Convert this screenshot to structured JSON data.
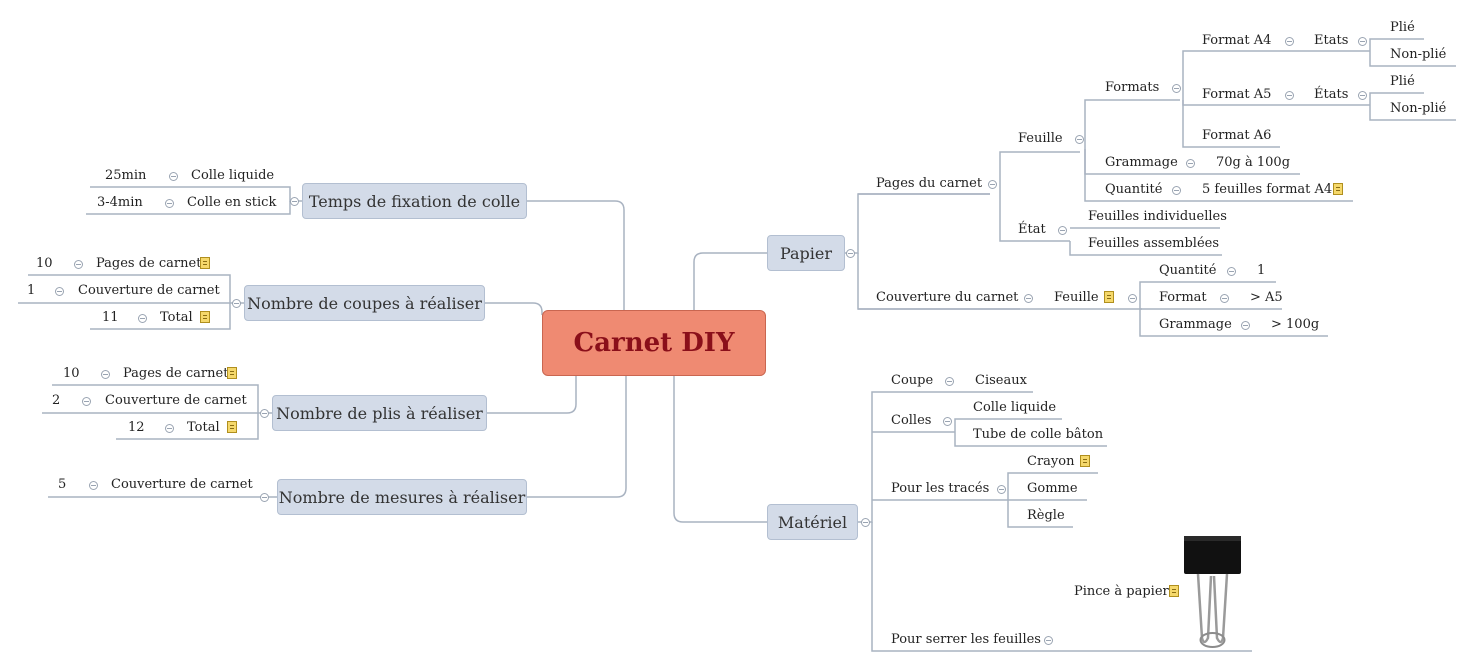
{
  "central": {
    "title": "Carnet DIY"
  },
  "papier": {
    "label": "Papier",
    "pages_du_carnet": {
      "label": "Pages du carnet",
      "feuille": {
        "label": "Feuille",
        "formats": {
          "label": "Formats",
          "a4": {
            "label": "Format A4",
            "etats": "Etats",
            "plie": "Plié",
            "non_plie": "Non-plié"
          },
          "a5": {
            "label": "Format A5",
            "etats": "États",
            "plie": "Plié",
            "non_plie": "Non-plié"
          },
          "a6": {
            "label": "Format A6"
          }
        },
        "grammage": {
          "label": "Grammage",
          "value": "70g à 100g"
        },
        "quantite": {
          "label": "Quantité",
          "value": "5 feuilles format A4"
        }
      },
      "etat": {
        "label": "État",
        "items": [
          "Feuilles individuelles",
          "Feuilles assemblées"
        ]
      }
    },
    "couverture": {
      "label": "Couverture du carnet",
      "feuille": "Feuille",
      "quantite": {
        "label": "Quantité",
        "value": "1"
      },
      "format": {
        "label": "Format",
        "value": "> A5"
      },
      "grammage": {
        "label": "Grammage",
        "value": "> 100g"
      }
    }
  },
  "materiel": {
    "label": "Matériel",
    "coupe": {
      "label": "Coupe",
      "value": "Ciseaux"
    },
    "colles": {
      "label": "Colles",
      "items": [
        "Colle liquide",
        "Tube de colle bâton"
      ]
    },
    "traces": {
      "label": "Pour les tracés",
      "items": [
        "Crayon",
        "Gomme",
        "Règle"
      ]
    },
    "serrer": {
      "label": "Pour serrer les feuilles",
      "pince": "Pince à papier"
    }
  },
  "temps": {
    "label": "Temps de fixation de colle",
    "rows": [
      {
        "value": "25min",
        "label": "Colle liquide"
      },
      {
        "value": "3-4min",
        "label": "Colle en stick"
      }
    ]
  },
  "coupes": {
    "label": "Nombre de coupes à réaliser",
    "rows": [
      {
        "value": "10",
        "label": "Pages de carnet"
      },
      {
        "value": "1",
        "label": "Couverture de carnet"
      },
      {
        "value": "11",
        "label": "Total"
      }
    ]
  },
  "plis": {
    "label": "Nombre de plis à réaliser",
    "rows": [
      {
        "value": "10",
        "label": "Pages de carnet"
      },
      {
        "value": "2",
        "label": "Couverture de carnet"
      },
      {
        "value": "12",
        "label": "Total"
      }
    ]
  },
  "mesures": {
    "label": "Nombre de mesures à réaliser",
    "rows": [
      {
        "value": "5",
        "label": "Couverture de carnet"
      }
    ]
  },
  "colors": {
    "central_fill": "#ef8a72",
    "central_text": "#8a0f1a",
    "branch_fill": "#d3dbe8",
    "line": "#a9b3c1"
  },
  "icons": [
    "collapse-icon",
    "note-icon",
    "binder-clip-icon"
  ]
}
